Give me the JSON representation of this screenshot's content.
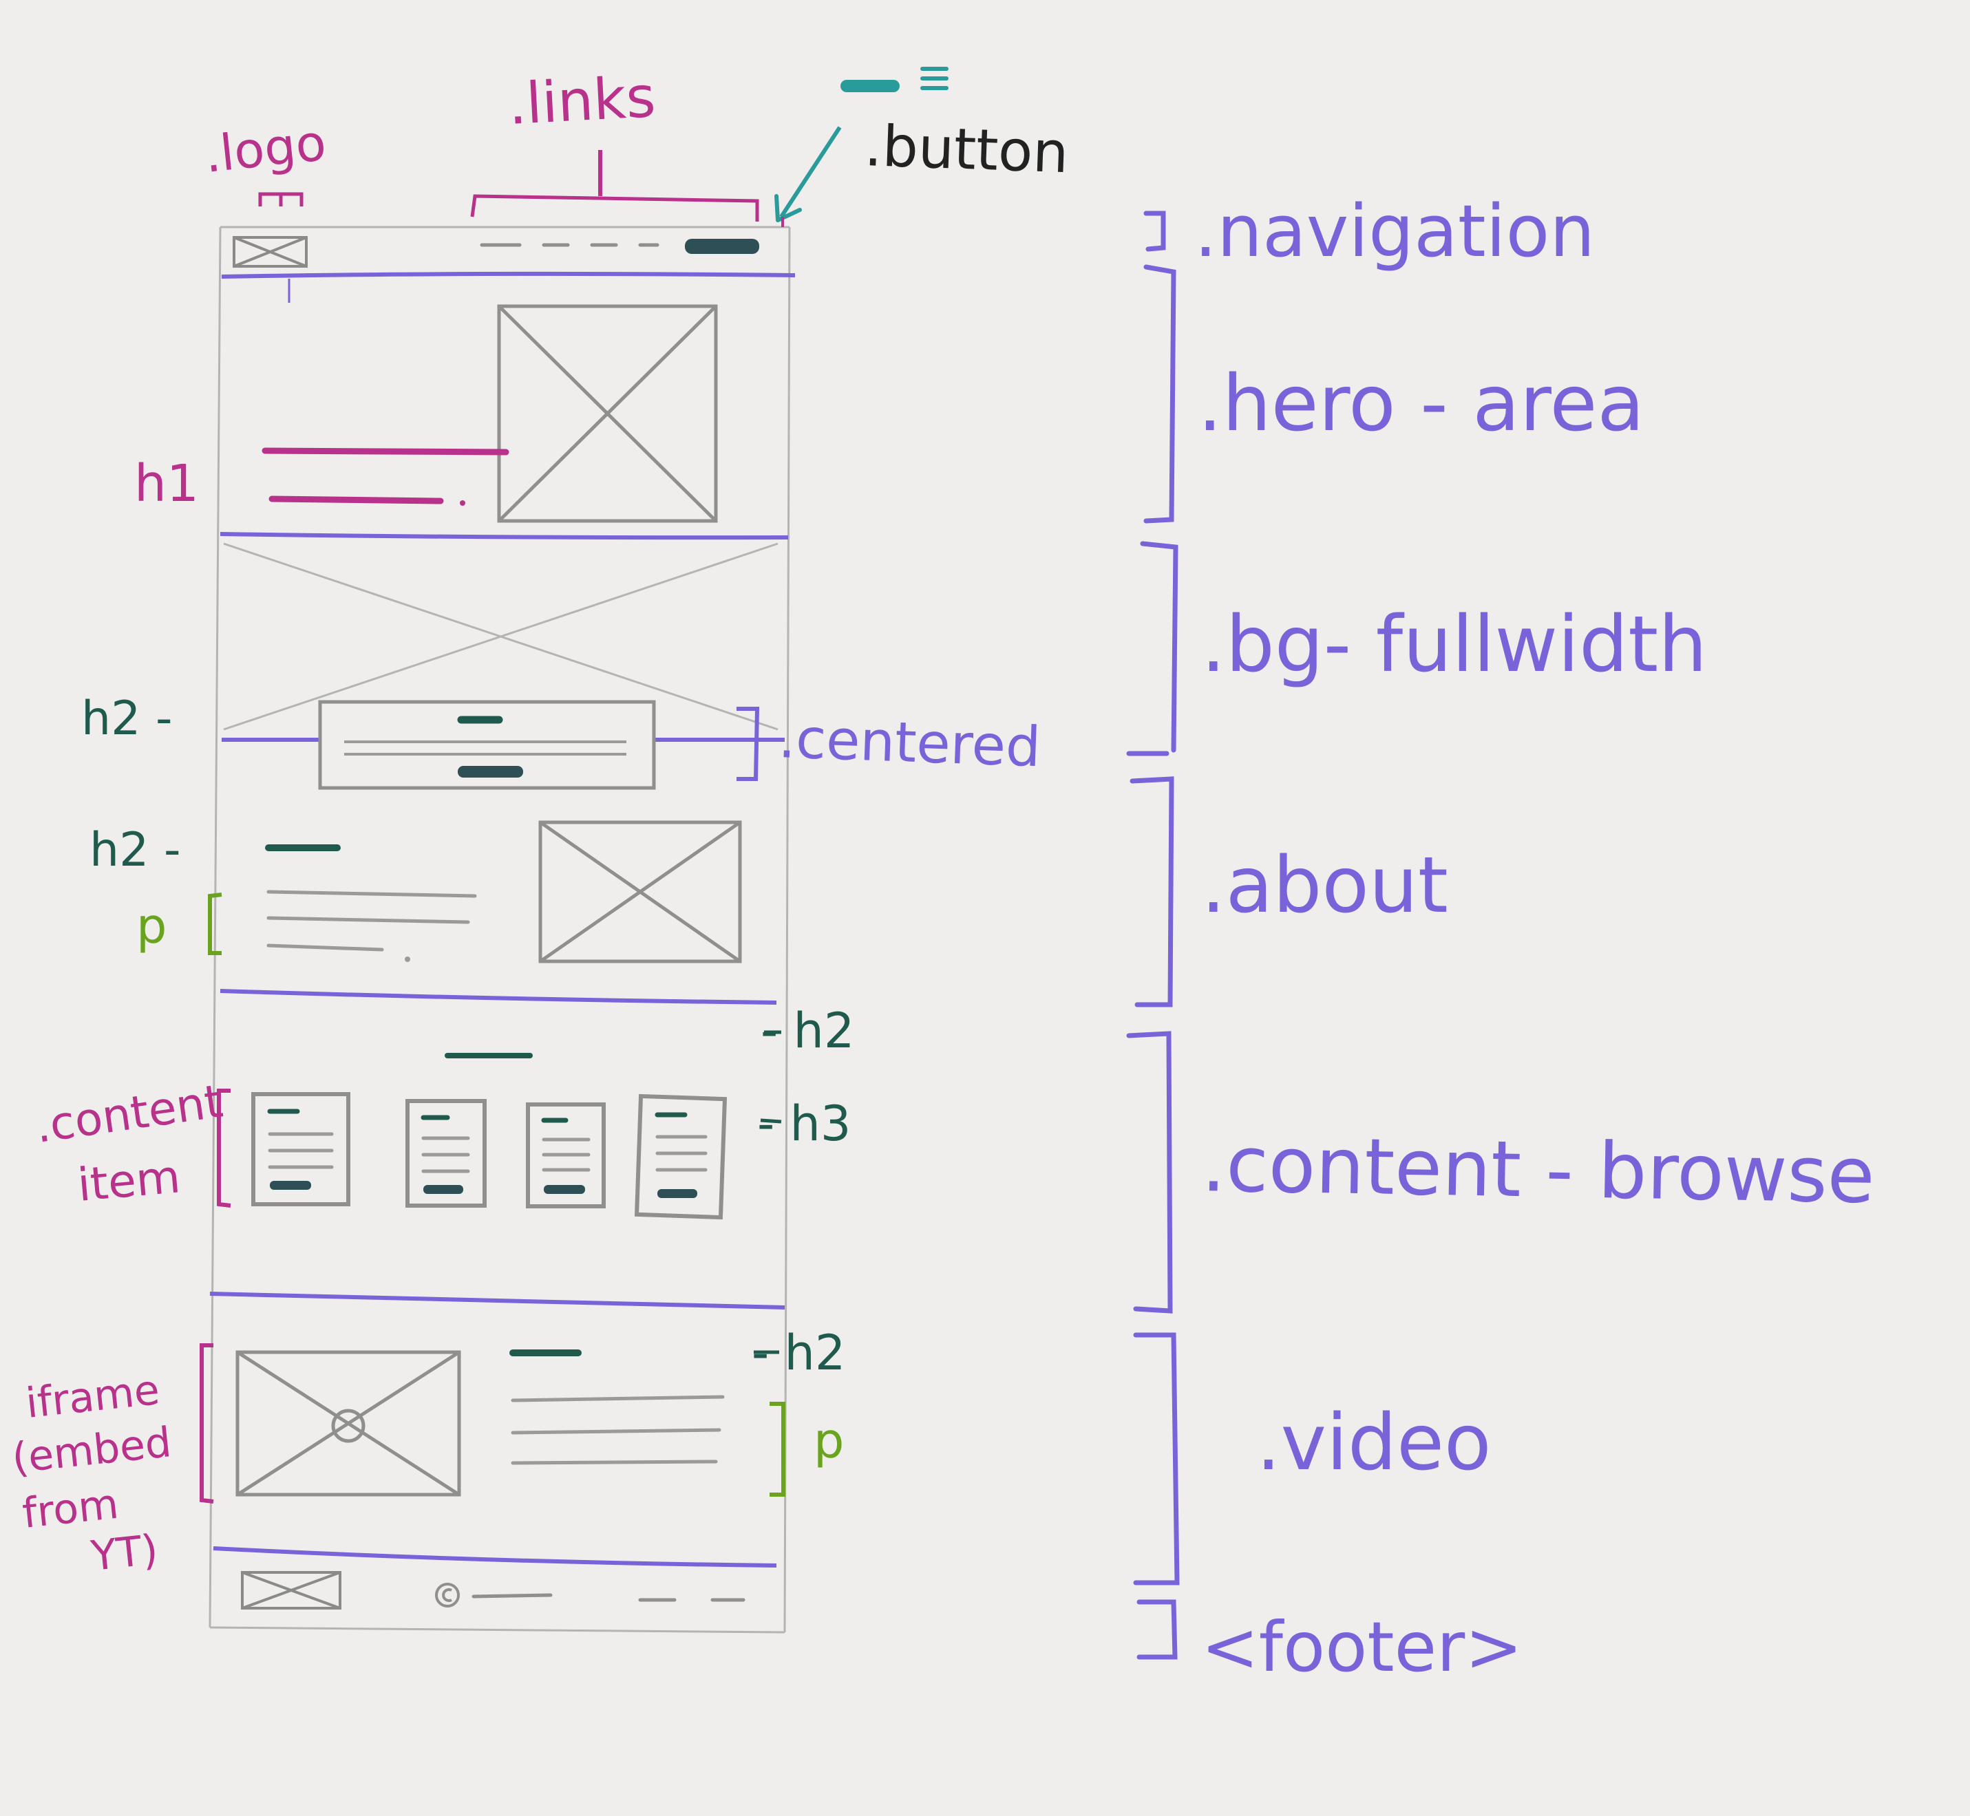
{
  "colors": {
    "paper": "#efeeec",
    "pencil": "#9a9a98",
    "magenta": "#b8318a",
    "teal": "#2a9b9b",
    "darkgreen": "#1f5a4c",
    "lime": "#6aa41f",
    "violet": "#7a62d8",
    "darkbar": "#2e4f55"
  },
  "labels": {
    "logo": ".logo",
    "links": ".links",
    "button": ".button",
    "navigation": ".navigation",
    "hero_area": ".hero - area",
    "bg_fullwidth": ".bg- fullwidth",
    "centered": ".centered",
    "about": ".about",
    "content_browse": ".content - browse",
    "video": ".video",
    "footer": "<footer>",
    "h1": "h1",
    "h2_centered": "h2 -",
    "h2_about": "h2 -",
    "p_about": "p",
    "content_item_line1": ".content",
    "content_item_line2": "item",
    "h2_browse": "- h2",
    "h3_browse": "- h3",
    "h2_video": "- h2",
    "p_video": "p",
    "iframe_line1": "iframe",
    "iframe_line2": "(embed",
    "iframe_line3": "from",
    "iframe_line4": "YT)"
  }
}
